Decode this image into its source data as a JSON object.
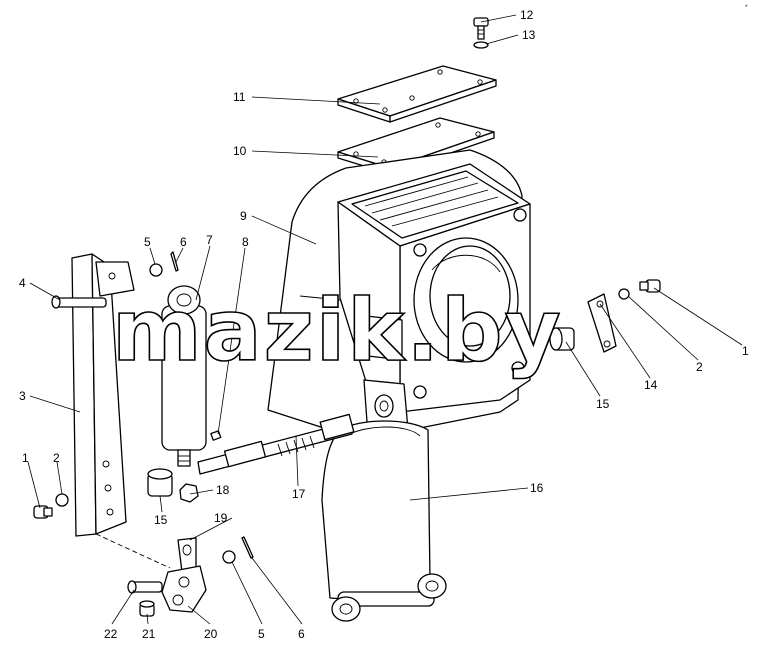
{
  "watermark": "mazik.by",
  "corner_mark": "*",
  "callouts": {
    "p1a": "1",
    "p1b": "1",
    "p2a": "2",
    "p2b": "2",
    "p3": "3",
    "p4": "4",
    "p5a": "5",
    "p5b": "5",
    "p6a": "6",
    "p6b": "6",
    "p7": "7",
    "p8": "8",
    "p9": "9",
    "p10": "10",
    "p11": "11",
    "p12": "12",
    "p13": "13",
    "p14": "14",
    "p15a": "15",
    "p15b": "15",
    "p16": "16",
    "p17": "17",
    "p18": "18",
    "p19": "19",
    "p20": "20",
    "p21": "21",
    "p22": "22"
  }
}
